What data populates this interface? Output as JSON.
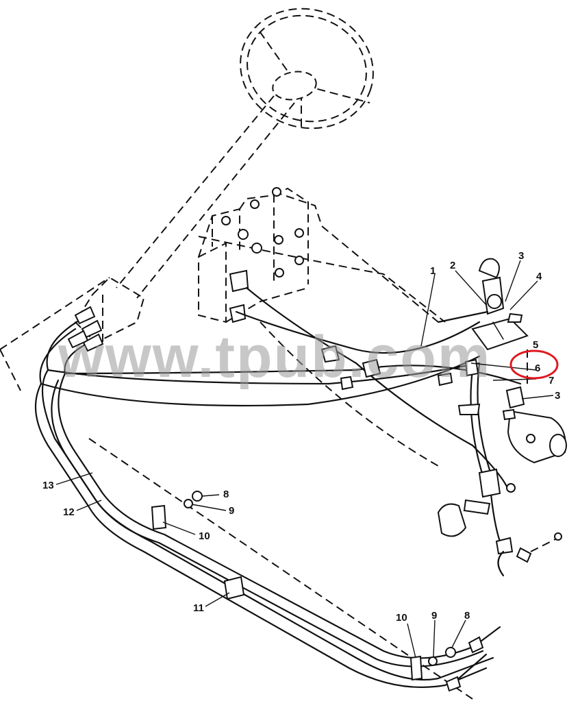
{
  "watermark": "www.tpub.com",
  "callouts": {
    "c1": "1",
    "c2": "2",
    "c3a": "3",
    "c4": "4",
    "c5": "5",
    "c6": "6",
    "c7": "7",
    "c3b": "3",
    "c13": "13",
    "c12": "12",
    "c8a": "8",
    "c9a": "9",
    "c10a": "10",
    "c11": "11",
    "c10b": "10",
    "c9b": "9",
    "c8b": "8"
  },
  "highlight": {
    "target_callout": "6",
    "color": "#e0191f"
  }
}
